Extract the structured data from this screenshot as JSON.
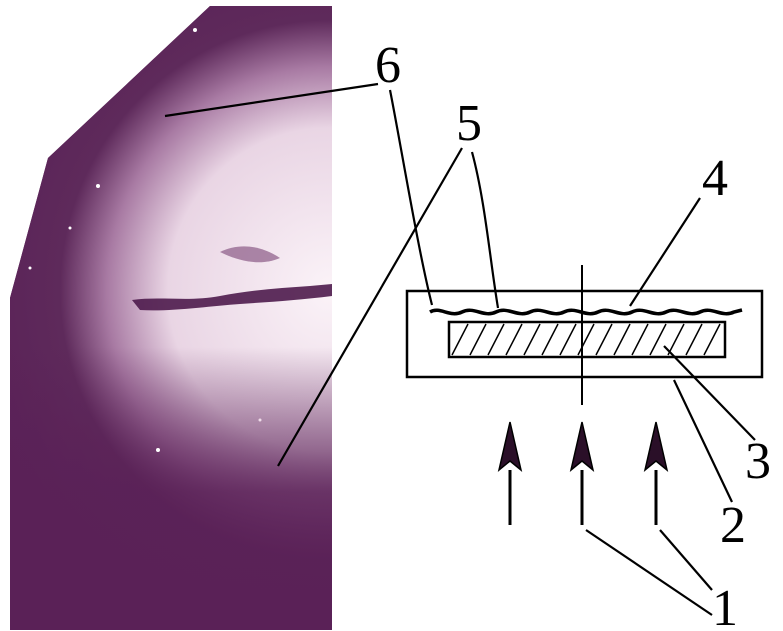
{
  "labels": {
    "l1": "1",
    "l2": "2",
    "l3": "3",
    "l4": "4",
    "l5": "5",
    "l6": "6"
  },
  "colors": {
    "photo_dark": "#5a2157",
    "photo_light": "#f6ecf3",
    "ink": "#000000"
  }
}
